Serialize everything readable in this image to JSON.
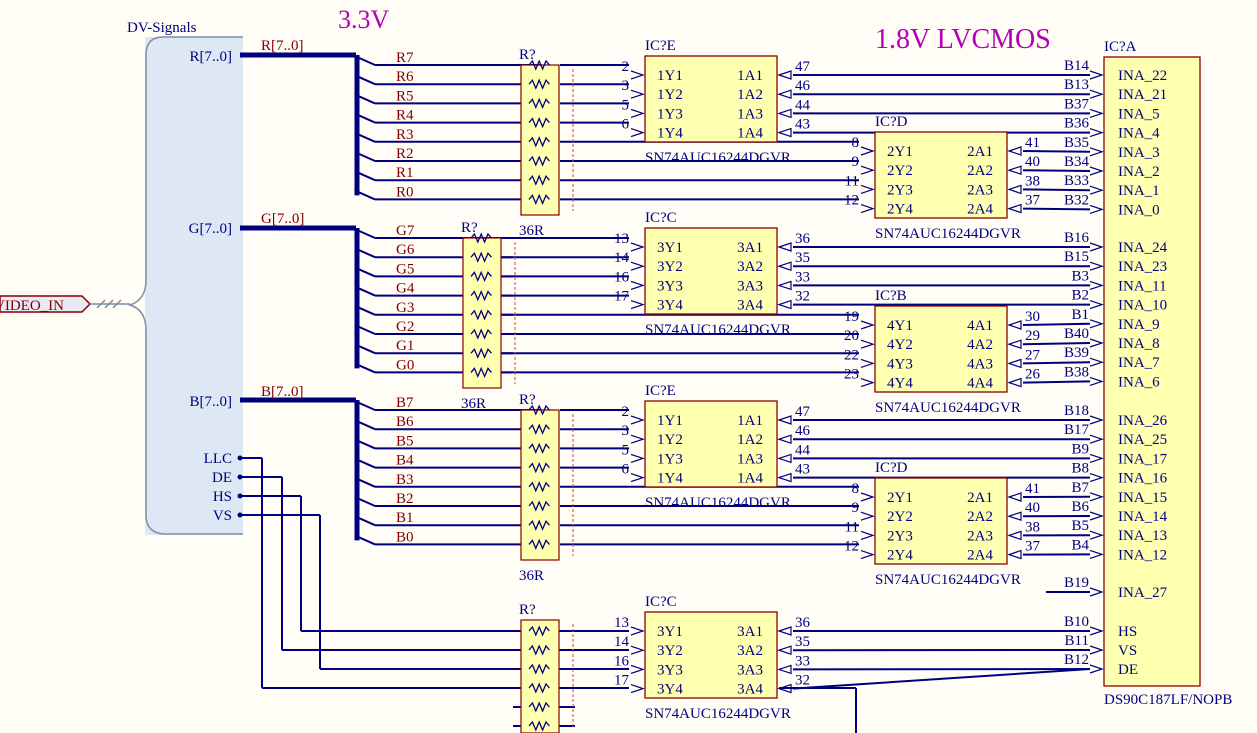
{
  "header": {
    "dv_signals": "DV-Signals",
    "v33": "3.3V",
    "v18": "1.8V LVCMOS",
    "port": "VIDEO_IN"
  },
  "colors": {
    "wire": "#00007f",
    "bus": "#00007f",
    "net_label": "#800000",
    "header_title": "#b400b4",
    "ic_fill": "#ffffb0",
    "ic_border": "#8b0000",
    "sheet_entry_fill": "#dde8f4",
    "background": "#fffdf5"
  },
  "sheet_entries": {
    "R": "R[7..0]",
    "G": "G[7..0]",
    "B": "B[7..0]",
    "LLC": "LLC",
    "DE": "DE",
    "HS": "HS",
    "VS": "VS"
  },
  "bus_labels": {
    "R": "R[7..0]",
    "G": "G[7..0]",
    "B": "B[7..0]"
  },
  "nets": {
    "R": [
      "R7",
      "R6",
      "R5",
      "R4",
      "R3",
      "R2",
      "R1",
      "R0"
    ],
    "G": [
      "G7",
      "G6",
      "G5",
      "G4",
      "G3",
      "G2",
      "G1",
      "G0"
    ],
    "B": [
      "B7",
      "B6",
      "B5",
      "B4",
      "B3",
      "B2",
      "B1",
      "B0"
    ]
  },
  "resistors": {
    "designator": "R?",
    "value": "36R"
  },
  "buffers": [
    {
      "designator": "IC?E",
      "part": "SN74AUC16244DGVR",
      "pins": [
        {
          "in_num": "2",
          "in": "1Y1",
          "out": "1A1",
          "out_num": "47"
        },
        {
          "in_num": "3",
          "in": "1Y2",
          "out": "1A2",
          "out_num": "46"
        },
        {
          "in_num": "5",
          "in": "1Y3",
          "out": "1A3",
          "out_num": "44"
        },
        {
          "in_num": "6",
          "in": "1Y4",
          "out": "1A4",
          "out_num": "43"
        }
      ]
    },
    {
      "designator": "IC?D",
      "part": "SN74AUC16244DGVR",
      "pins": [
        {
          "in_num": "8",
          "in": "2Y1",
          "out": "2A1",
          "out_num": "41"
        },
        {
          "in_num": "9",
          "in": "2Y2",
          "out": "2A2",
          "out_num": "40"
        },
        {
          "in_num": "11",
          "in": "2Y3",
          "out": "2A3",
          "out_num": "38"
        },
        {
          "in_num": "12",
          "in": "2Y4",
          "out": "2A4",
          "out_num": "37"
        }
      ]
    },
    {
      "designator": "IC?C",
      "part": "SN74AUC16244DGVR",
      "pins": [
        {
          "in_num": "13",
          "in": "3Y1",
          "out": "3A1",
          "out_num": "36"
        },
        {
          "in_num": "14",
          "in": "3Y2",
          "out": "3A2",
          "out_num": "35"
        },
        {
          "in_num": "16",
          "in": "3Y3",
          "out": "3A3",
          "out_num": "33"
        },
        {
          "in_num": "17",
          "in": "3Y4",
          "out": "3A4",
          "out_num": "32"
        }
      ]
    },
    {
      "designator": "IC?B",
      "part": "SN74AUC16244DGVR",
      "pins": [
        {
          "in_num": "19",
          "in": "4Y1",
          "out": "4A1",
          "out_num": "30"
        },
        {
          "in_num": "20",
          "in": "4Y2",
          "out": "4A2",
          "out_num": "29"
        },
        {
          "in_num": "22",
          "in": "4Y3",
          "out": "4A3",
          "out_num": "27"
        },
        {
          "in_num": "23",
          "in": "4Y4",
          "out": "4A4",
          "out_num": "26"
        }
      ]
    }
  ],
  "serializer": {
    "designator": "IC?A",
    "part": "DS90C187LF/NOPB",
    "pins": [
      {
        "net": "B14",
        "name": "INA_22"
      },
      {
        "net": "B13",
        "name": "INA_21"
      },
      {
        "net": "B37",
        "name": "INA_5"
      },
      {
        "net": "B36",
        "name": "INA_4"
      },
      {
        "net": "B35",
        "name": "INA_3"
      },
      {
        "net": "B34",
        "name": "INA_2"
      },
      {
        "net": "B33",
        "name": "INA_1"
      },
      {
        "net": "B32",
        "name": "INA_0"
      },
      {
        "net": "B16",
        "name": "INA_24"
      },
      {
        "net": "B15",
        "name": "INA_23"
      },
      {
        "net": "B3",
        "name": "INA_11"
      },
      {
        "net": "B2",
        "name": "INA_10"
      },
      {
        "net": "B1",
        "name": "INA_9"
      },
      {
        "net": "B40",
        "name": "INA_8"
      },
      {
        "net": "B39",
        "name": "INA_7"
      },
      {
        "net": "B38",
        "name": "INA_6"
      },
      {
        "net": "B18",
        "name": "INA_26"
      },
      {
        "net": "B17",
        "name": "INA_25"
      },
      {
        "net": "B9",
        "name": "INA_17"
      },
      {
        "net": "B8",
        "name": "INA_16"
      },
      {
        "net": "B7",
        "name": "INA_15"
      },
      {
        "net": "B6",
        "name": "INA_14"
      },
      {
        "net": "B5",
        "name": "INA_13"
      },
      {
        "net": "B4",
        "name": "INA_12"
      },
      {
        "net": "B19",
        "name": "INA_27"
      },
      {
        "net": "B10",
        "name": "HS"
      },
      {
        "net": "B11",
        "name": "VS"
      },
      {
        "net": "B12",
        "name": "DE"
      }
    ]
  }
}
